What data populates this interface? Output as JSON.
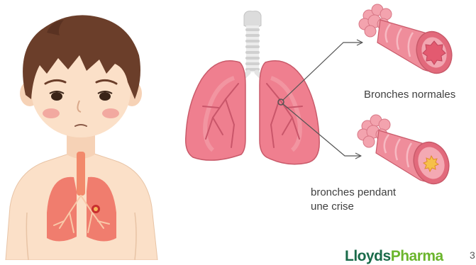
{
  "labels": {
    "normal": "Bronches normales",
    "crisis_line1": "bronches pendant",
    "crisis_line2": "une crise"
  },
  "brand": {
    "part1": "Lloyds",
    "part2": "Pharma"
  },
  "page_number": "3",
  "colors": {
    "lung": "#ef7f8f",
    "lung_light": "#f4a3ad",
    "lung_dark": "#c95a6a",
    "trachea": "#e6e6e6",
    "skin": "#fbe0c8",
    "hair": "#6b3e2a",
    "brand_dark": "#1a6b4a",
    "brand_light": "#6bb52d"
  },
  "icons": [
    "child-figure",
    "lungs-illustration",
    "normal-bronchus-icon",
    "constricted-bronchus-icon"
  ]
}
